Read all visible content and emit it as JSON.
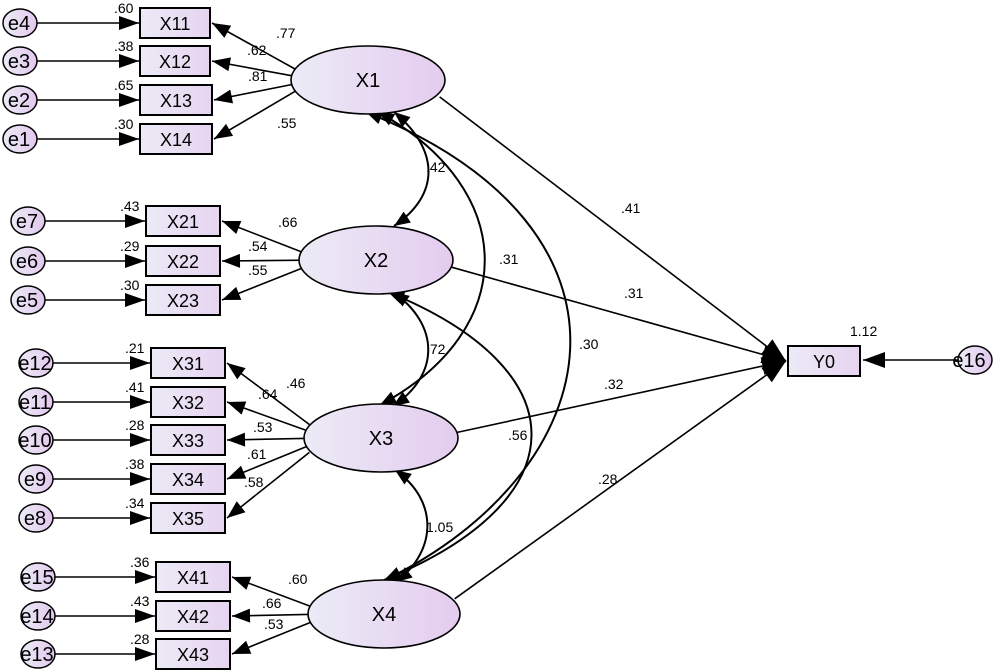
{
  "diagram": {
    "latents": [
      {
        "id": "X1",
        "label": "X1"
      },
      {
        "id": "X2",
        "label": "X2"
      },
      {
        "id": "X3",
        "label": "X3"
      },
      {
        "id": "X4",
        "label": "X4"
      }
    ],
    "outcome": {
      "id": "Y0",
      "label": "Y0",
      "r2": "1.12",
      "error": "e16"
    },
    "indicators": [
      {
        "id": "X11",
        "latent": "X1",
        "error": "e4",
        "r2": ".60",
        "loading": ".77"
      },
      {
        "id": "X12",
        "latent": "X1",
        "error": "e3",
        "r2": ".38",
        "loading": ".62"
      },
      {
        "id": "X13",
        "latent": "X1",
        "error": "e2",
        "r2": ".65",
        "loading": ".81"
      },
      {
        "id": "X14",
        "latent": "X1",
        "error": "e1",
        "r2": ".30",
        "loading": ".55"
      },
      {
        "id": "X21",
        "latent": "X2",
        "error": "e7",
        "r2": ".43",
        "loading": ".66"
      },
      {
        "id": "X22",
        "latent": "X2",
        "error": "e6",
        "r2": ".29",
        "loading": ".54"
      },
      {
        "id": "X23",
        "latent": "X2",
        "error": "e5",
        "r2": ".30",
        "loading": ".55"
      },
      {
        "id": "X31",
        "latent": "X3",
        "error": "e12",
        "r2": ".21",
        "loading": ".46"
      },
      {
        "id": "X32",
        "latent": "X3",
        "error": "e11",
        "r2": ".41",
        "loading": ".64"
      },
      {
        "id": "X33",
        "latent": "X3",
        "error": "e10",
        "r2": ".28",
        "loading": ".53"
      },
      {
        "id": "X34",
        "latent": "X3",
        "error": "e9",
        "r2": ".38",
        "loading": ".61"
      },
      {
        "id": "X35",
        "latent": "X3",
        "error": "e8",
        "r2": ".34",
        "loading": ".58"
      },
      {
        "id": "X41",
        "latent": "X4",
        "error": "e15",
        "r2": ".36",
        "loading": ".60"
      },
      {
        "id": "X42",
        "latent": "X4",
        "error": "e14",
        "r2": ".43",
        "loading": ".66"
      },
      {
        "id": "X43",
        "latent": "X4",
        "error": "e13",
        "r2": ".28",
        "loading": ".53"
      }
    ],
    "paths": [
      {
        "from": "X1",
        "to": "Y0",
        "coef": ".41"
      },
      {
        "from": "X2",
        "to": "Y0",
        "coef": ".31"
      },
      {
        "from": "X3",
        "to": "Y0",
        "coef": ".32"
      },
      {
        "from": "X4",
        "to": "Y0",
        "coef": ".28"
      }
    ],
    "covariances": [
      {
        "a": "X1",
        "b": "X2",
        "coef": ".42"
      },
      {
        "a": "X1",
        "b": "X3",
        "coef": ".31"
      },
      {
        "a": "X1",
        "b": "X4",
        "coef": ".30"
      },
      {
        "a": "X2",
        "b": "X3",
        "coef": ".72"
      },
      {
        "a": "X2",
        "b": "X4",
        "coef": ".56"
      },
      {
        "a": "X3",
        "b": "X4",
        "coef": "1.05"
      }
    ]
  }
}
